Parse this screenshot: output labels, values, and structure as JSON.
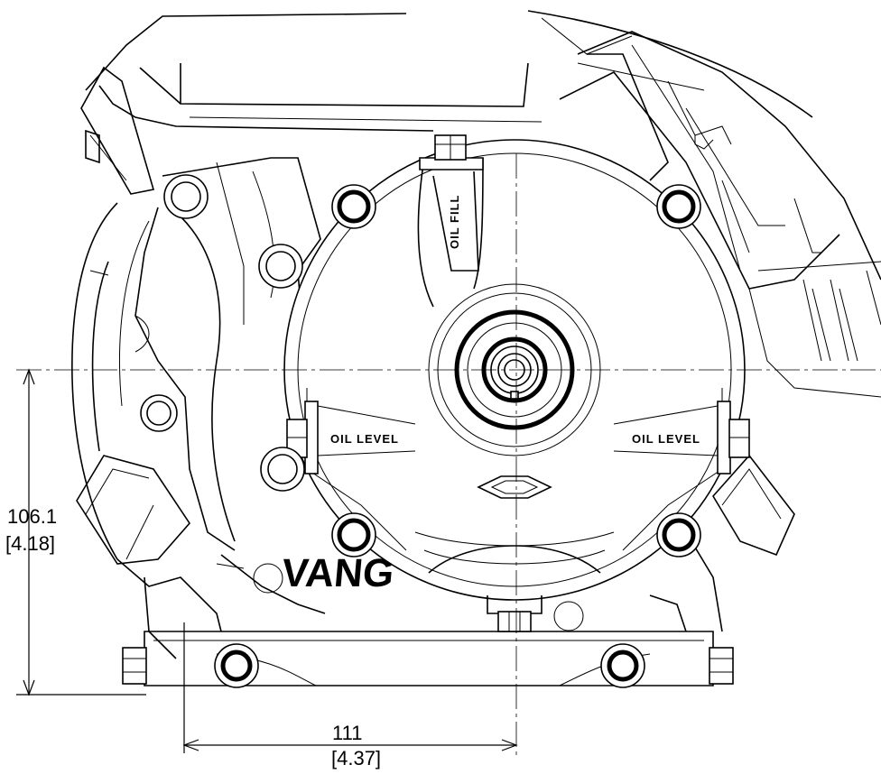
{
  "labels": {
    "oil_fill": "OIL FILL",
    "oil_level_left": "OIL LEVEL",
    "oil_level_right": "OIL LEVEL",
    "brand_partial": "VANG"
  },
  "dimensions": {
    "height_mm": "106.1",
    "height_in": "[4.18]",
    "width_mm": "111",
    "width_in": "[4.37]"
  }
}
